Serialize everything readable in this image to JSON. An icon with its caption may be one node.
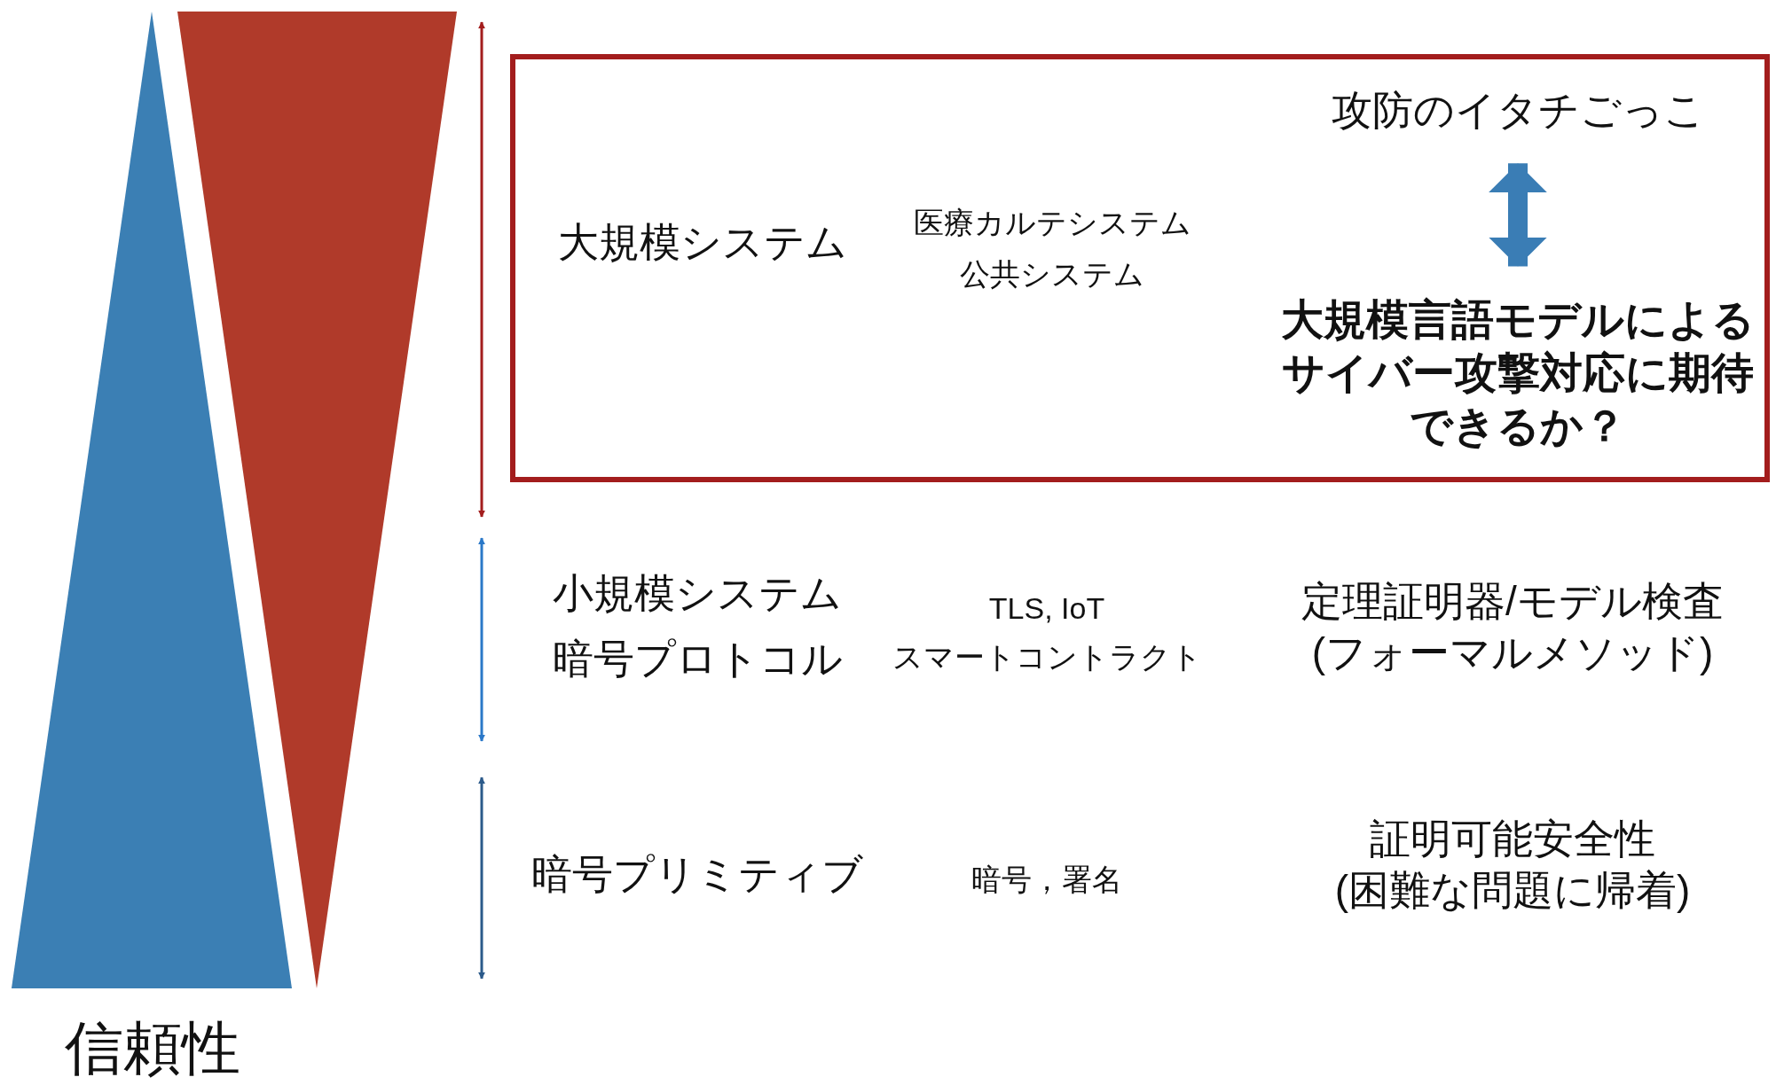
{
  "diagram": {
    "nodes": [
      {
        "text": [
          "大規模システム",
          "医療カルテシステム",
          "公共システム"
        ]
      },
      {
        "text": [
          "攻防のイタチごっこ"
        ],
        "in": 0
      },
      {
        "text": [
          "大規模言語モデルによるサイバー攻撃対応に期待できるか？"
        ],
        "in": 0
      }
    ],
    "edges": [
      {
        "from": 1,
        "to": 2,
        "arrow": "both",
        "color": "#3a7db5"
      }
    ],
    "labels": [
      "小規模システム",
      "暗号プロトコル",
      "TLS, IoT",
      "スマートコントラクト",
      "定理証明器/モデル検査(フォーマルメソッド)",
      "暗号プリミティブ",
      "暗号，署名",
      "証明可能安全性(困難な問題に帰着)",
      "信頼性"
    ]
  }
}
